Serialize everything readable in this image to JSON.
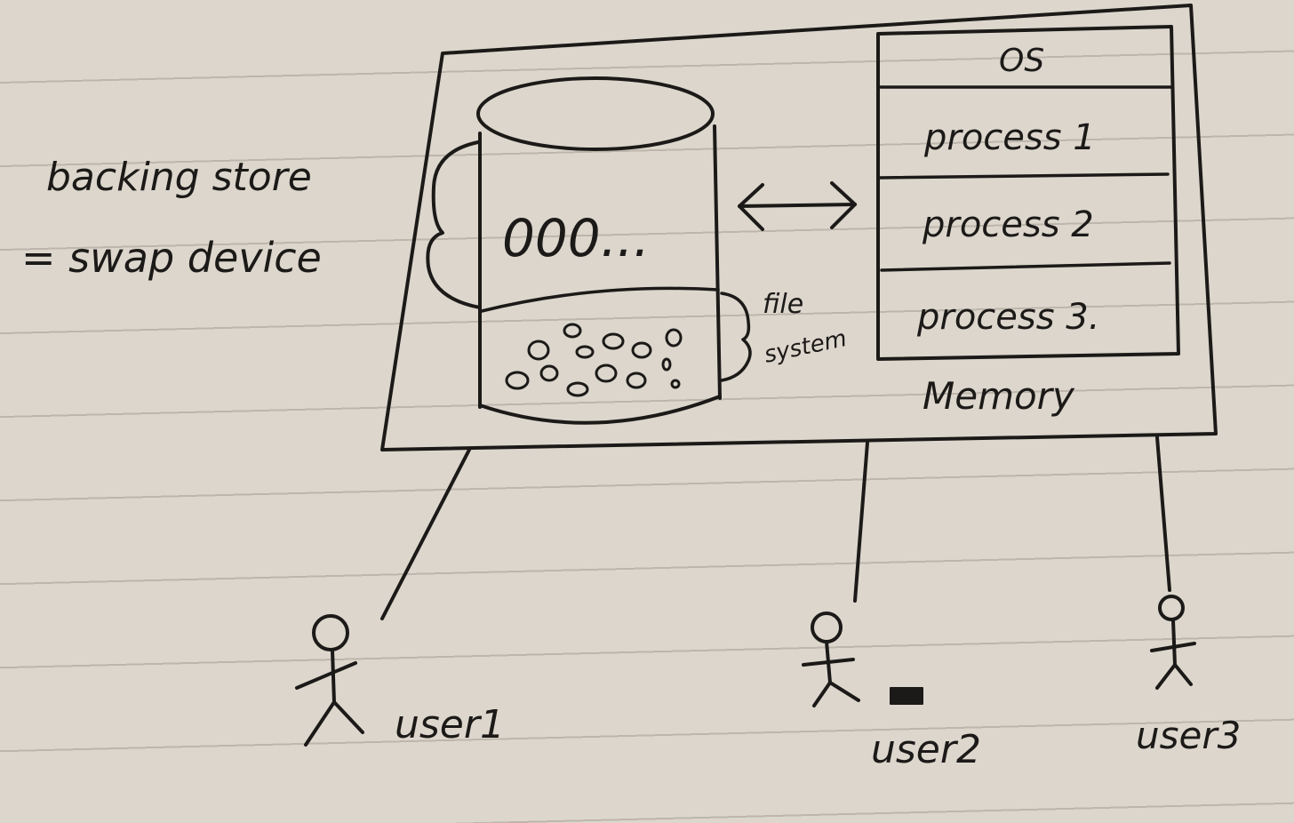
{
  "left_note": {
    "line1": "backing store",
    "line2": "= swap device"
  },
  "disk": {
    "swap_slots": "000...",
    "file_system_label_line1": "file",
    "file_system_label_line2": "system"
  },
  "memory": {
    "caption": "Memory",
    "rows": [
      "OS",
      "process 1",
      "process 2",
      "process 3."
    ]
  },
  "users": [
    "user1",
    "user2",
    "user3"
  ]
}
